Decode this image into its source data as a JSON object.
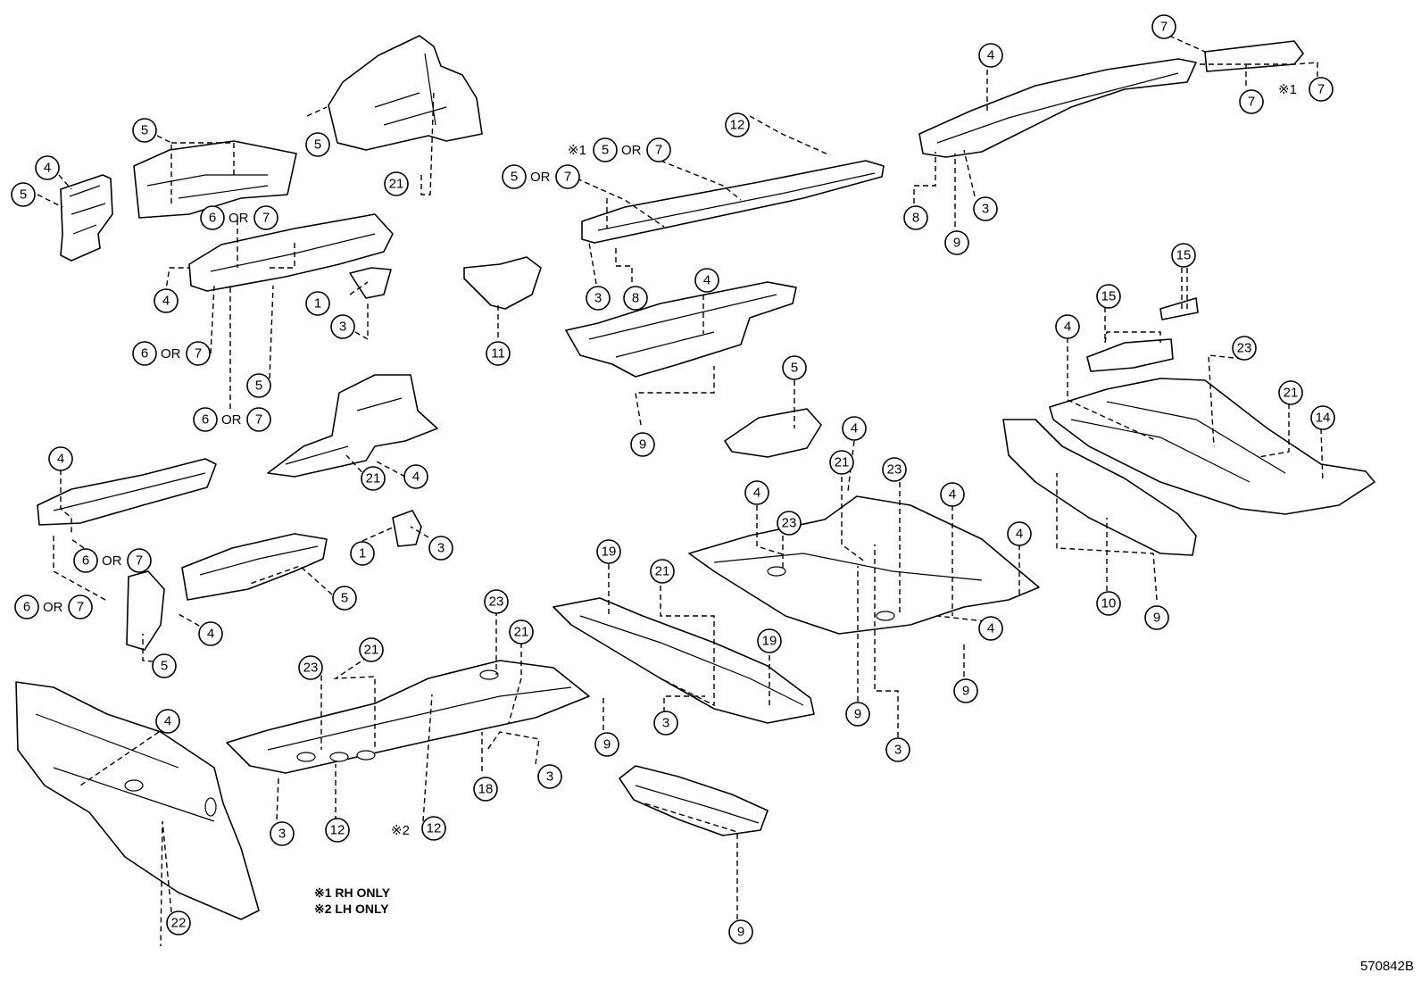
{
  "callouts": [
    {
      "id": "c1",
      "text": "4"
    },
    {
      "id": "c2",
      "text": "5"
    },
    {
      "id": "c3",
      "text": "5"
    },
    {
      "id": "c4",
      "text": "5"
    },
    {
      "id": "c5",
      "text": "21"
    },
    {
      "id": "c6",
      "text": "6",
      "suffix": "OR",
      "second": "7"
    },
    {
      "id": "c7",
      "text": "4"
    },
    {
      "id": "c8",
      "text": "1"
    },
    {
      "id": "c9",
      "text": "3"
    },
    {
      "id": "c10",
      "text": "6",
      "suffix": "OR",
      "second": "7"
    },
    {
      "id": "c11",
      "text": "5"
    },
    {
      "id": "c12",
      "text": "6",
      "suffix": "OR",
      "second": "7"
    },
    {
      "id": "c13",
      "text": "21"
    },
    {
      "id": "c14",
      "text": "4"
    },
    {
      "id": "c15",
      "text": "11"
    },
    {
      "id": "c16",
      "text": "12"
    },
    {
      "id": "c17",
      "prefix": "※1",
      "text": "5",
      "suffix": "OR",
      "second": "7"
    },
    {
      "id": "c18",
      "text": "5",
      "suffix": "OR",
      "second": "7"
    },
    {
      "id": "c19",
      "text": "3"
    },
    {
      "id": "c20",
      "text": "8"
    },
    {
      "id": "c21",
      "text": "4"
    },
    {
      "id": "c22",
      "text": "9"
    },
    {
      "id": "c23",
      "text": "4"
    },
    {
      "id": "c24",
      "text": "8"
    },
    {
      "id": "c25",
      "text": "9"
    },
    {
      "id": "c26",
      "text": "3"
    },
    {
      "id": "c27",
      "text": "7"
    },
    {
      "id": "c28",
      "text": "7"
    },
    {
      "id": "c29",
      "prefix": "※1",
      "text": "7"
    },
    {
      "id": "c30",
      "text": "15"
    },
    {
      "id": "c31",
      "text": "15"
    },
    {
      "id": "c32",
      "text": "4"
    },
    {
      "id": "c33",
      "text": "23"
    },
    {
      "id": "c34",
      "text": "21"
    },
    {
      "id": "c35",
      "text": "14"
    },
    {
      "id": "c36",
      "text": "10"
    },
    {
      "id": "c37",
      "text": "9"
    },
    {
      "id": "c38",
      "text": "4"
    },
    {
      "id": "c39",
      "text": "6",
      "suffix": "OR",
      "second": "7"
    },
    {
      "id": "c40",
      "text": "6",
      "suffix": "OR",
      "second": "7"
    },
    {
      "id": "c41",
      "text": "1"
    },
    {
      "id": "c42",
      "text": "3"
    },
    {
      "id": "c43",
      "text": "5"
    },
    {
      "id": "c44",
      "text": "4"
    },
    {
      "id": "c45",
      "text": "5"
    },
    {
      "id": "c46",
      "text": "5"
    },
    {
      "id": "c47",
      "text": "4"
    },
    {
      "id": "c48",
      "text": "21"
    },
    {
      "id": "c49",
      "text": "23"
    },
    {
      "id": "c50",
      "text": "4"
    },
    {
      "id": "c51",
      "text": "23"
    },
    {
      "id": "c52",
      "text": "4"
    },
    {
      "id": "c53",
      "text": "4"
    },
    {
      "id": "c54",
      "text": "4"
    },
    {
      "id": "c55",
      "text": "9"
    },
    {
      "id": "c56",
      "text": "9"
    },
    {
      "id": "c57",
      "text": "3"
    },
    {
      "id": "c58",
      "text": "19"
    },
    {
      "id": "c59",
      "text": "21"
    },
    {
      "id": "c60",
      "text": "19"
    },
    {
      "id": "c61",
      "text": "3"
    },
    {
      "id": "c62",
      "text": "23"
    },
    {
      "id": "c63",
      "text": "21"
    },
    {
      "id": "c64",
      "text": "23"
    },
    {
      "id": "c65",
      "text": "21"
    },
    {
      "id": "c66",
      "text": "9"
    },
    {
      "id": "c67",
      "text": "3"
    },
    {
      "id": "c68",
      "text": "18"
    },
    {
      "id": "c69",
      "text": "3"
    },
    {
      "id": "c70",
      "text": "12"
    },
    {
      "id": "c71",
      "prefix": "※2",
      "text": "12"
    },
    {
      "id": "c72",
      "text": "4"
    },
    {
      "id": "c73",
      "text": "22"
    },
    {
      "id": "c74",
      "text": "9"
    }
  ],
  "notes": {
    "rh_only": "※1 RH ONLY",
    "lh_only": "※2 LH ONLY"
  },
  "figure_code": "570842B"
}
